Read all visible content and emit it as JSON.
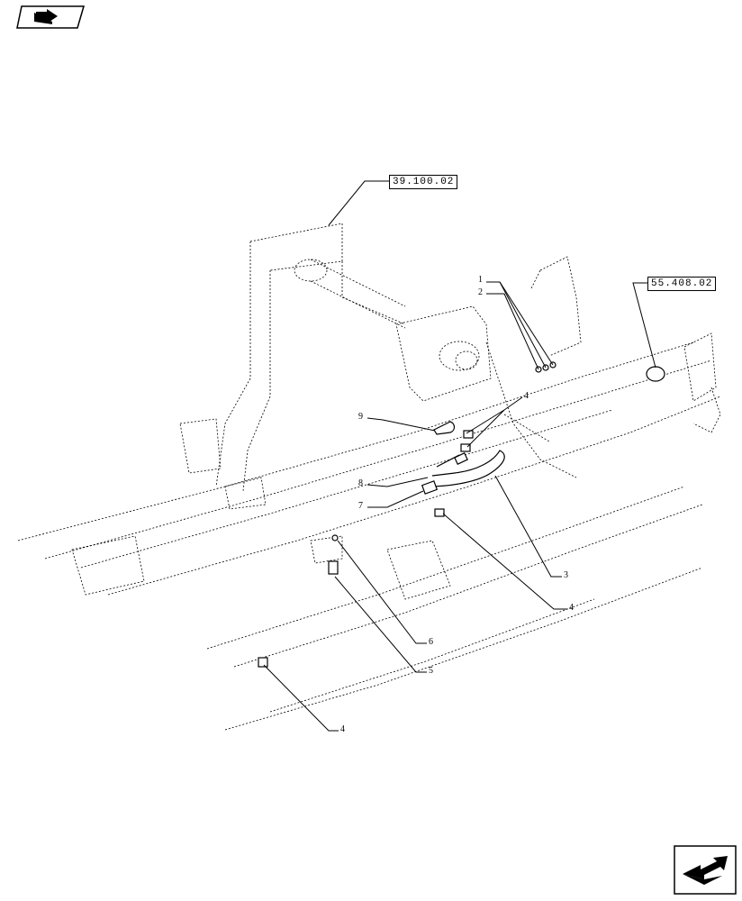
{
  "references": [
    {
      "id": "ref_a",
      "label": "39.100.02"
    },
    {
      "id": "ref_b",
      "label": "55.408.02"
    }
  ],
  "callouts": [
    "1",
    "2",
    "4",
    "9",
    "8",
    "7",
    "3",
    "4",
    "6",
    "5",
    "4"
  ],
  "icons": {
    "top_left": "book-arrow-icon",
    "bottom_right": "next-page-arrow-icon"
  }
}
